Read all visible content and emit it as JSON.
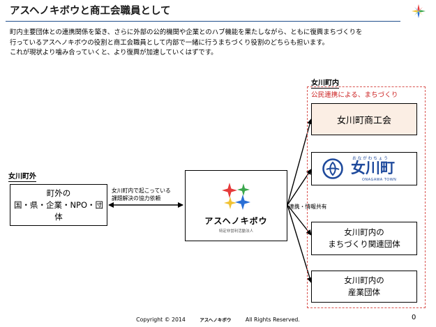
{
  "slide": {
    "title": "アスヘノキボウと商工会職員として",
    "intro": "町内主要団体との連携関係を築き、さらに外部の公的機関や企業とのハブ機能を果たしながら、ともに復興まちづくりを\n行っているアスヘノキボウの役割と商工会職員として内部で一緒に行うまちづくり役割のどちらも担います。\nこれが現状より噛み合っていくと、より復興が加速していくはずです。",
    "page_number": "0"
  },
  "outside": {
    "label": "女川町外",
    "box_text": "町外の\n国・県・企業・NPO・団体"
  },
  "edge_left": {
    "label": "女川町内で起こっている\n課題解決の協力依頼"
  },
  "center": {
    "logo_text": "アスヘノキボウ",
    "logo_subtext": "特定非営利活動法人"
  },
  "edge_right": {
    "label": "連携・情報共有"
  },
  "inside": {
    "label": "女川町内",
    "partnership_label": "公民連携による、まちづくり",
    "chamber_text": "女川町商工会",
    "town_name": "女川町",
    "town_ruby": "おながわちょう",
    "town_roman": "ONAGAWA TOWN",
    "community_text": "女川町内の\nまちづくり関連団体",
    "industry_text": "女川町内の\n産業団体"
  },
  "footer": {
    "copyright": "Copyright © 2014",
    "logo_text": "アスヘノキボウ",
    "rights": "All Rights Reserved."
  },
  "colors": {
    "title_rule": "#1f4e8c",
    "dashed_border": "#d9534f",
    "partnership_text": "#cc2222",
    "chamber_fill": "#fbeee4",
    "town_blue": "#1f4a9c",
    "star_red": "#e53a3a",
    "star_blue": "#2a6fd6",
    "star_green": "#3aa64c",
    "star_yellow": "#f1c232"
  }
}
